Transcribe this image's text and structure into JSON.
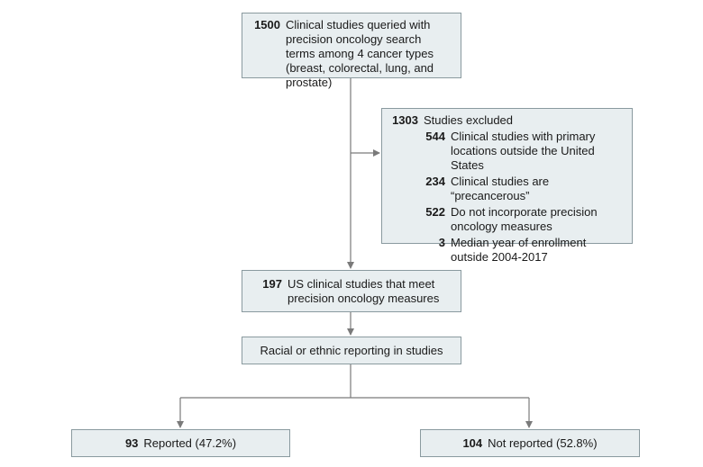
{
  "top": {
    "count": "1500",
    "text": "Clinical studies queried with precision oncology search terms among 4 cancer types (breast, colorectal, lung, and prostate)"
  },
  "excluded": {
    "count": "1303",
    "text": "Studies excluded",
    "items": [
      {
        "count": "544",
        "text": "Clinical studies with primary locations outside the United States"
      },
      {
        "count": "234",
        "text": "Clinical studies are “precancerous”"
      },
      {
        "count": "522",
        "text": "Do not incorporate precision oncology measures"
      },
      {
        "count": "3",
        "text": "Median year of enrollment outside 2004-2017"
      }
    ]
  },
  "included": {
    "count": "197",
    "text": "US clinical studies that meet precision oncology measures"
  },
  "reporting": {
    "text": "Racial or ethnic reporting in studies"
  },
  "reported": {
    "count": "93",
    "text": "Reported (47.2%)"
  },
  "not_reported": {
    "count": "104",
    "text": "Not reported (52.8%)"
  },
  "colors": {
    "box_fill": "#e8eef0",
    "box_border": "#8a9a9f",
    "arrow": "#7a7a7a"
  }
}
